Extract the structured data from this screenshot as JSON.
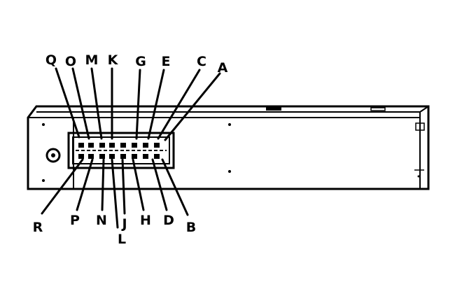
{
  "diagram": {
    "top_labels": [
      "Q",
      "O",
      "M",
      "K",
      "G",
      "E",
      "C",
      "A"
    ],
    "bottom_labels": [
      "R",
      "P",
      "N",
      "J",
      "H",
      "D",
      "B"
    ],
    "bottom_lower_label": "L"
  }
}
